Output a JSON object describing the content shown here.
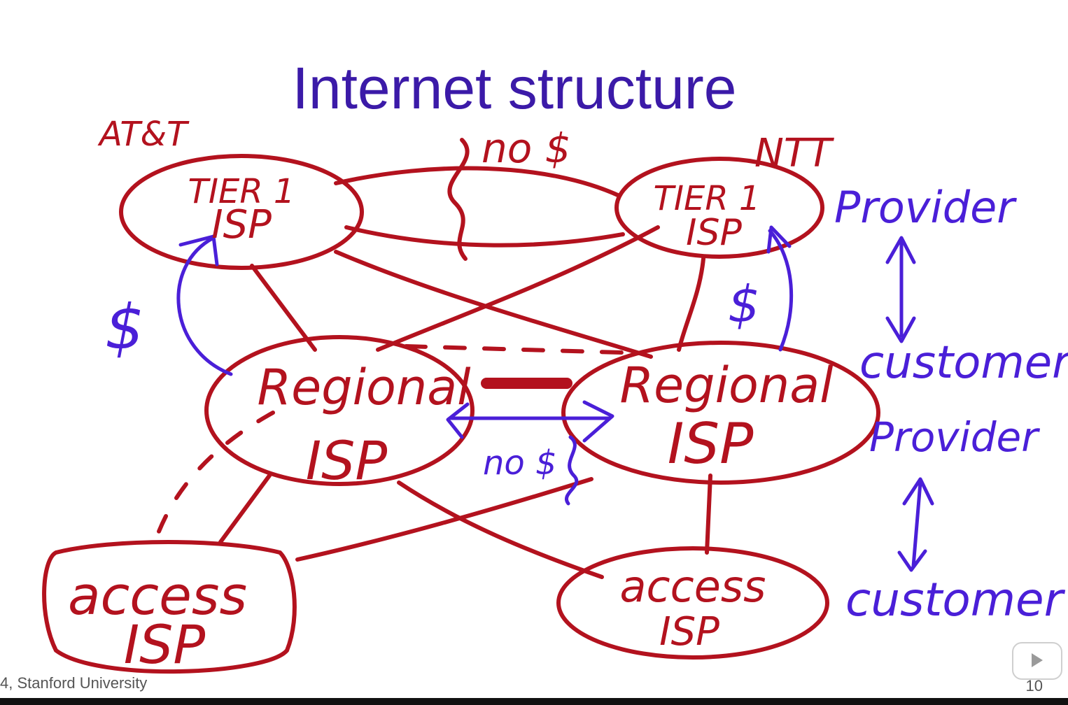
{
  "slide": {
    "title": "Internet structure",
    "footer": "4, Stanford University",
    "page_number": "10"
  },
  "colors": {
    "title": "#3b1aa8",
    "ink_red": "#b3121e",
    "ink_blue": "#4a1fd8"
  },
  "nodes": {
    "tier1_left": {
      "line1": "TIER 1",
      "line2": "ISP",
      "owner": "AT&T"
    },
    "tier1_right": {
      "line1": "TIER 1",
      "line2": "ISP",
      "owner": "NTT"
    },
    "regional_left": {
      "line1": "Regional",
      "line2": "ISP"
    },
    "regional_right": {
      "line1": "Regional",
      "line2": "ISP"
    },
    "access_left": {
      "line1": "access",
      "line2": "ISP"
    },
    "access_right": {
      "line1": "access",
      "line2": "ISP"
    }
  },
  "annotations": {
    "peering_top": "no $",
    "peering_regional": "no $",
    "paid_left": "$",
    "paid_right": "$"
  },
  "relationships": {
    "upper": {
      "provider": "Provider",
      "customer": "customer"
    },
    "lower": {
      "provider": "Provider",
      "customer": "customer"
    }
  },
  "play_icon": "play-icon"
}
